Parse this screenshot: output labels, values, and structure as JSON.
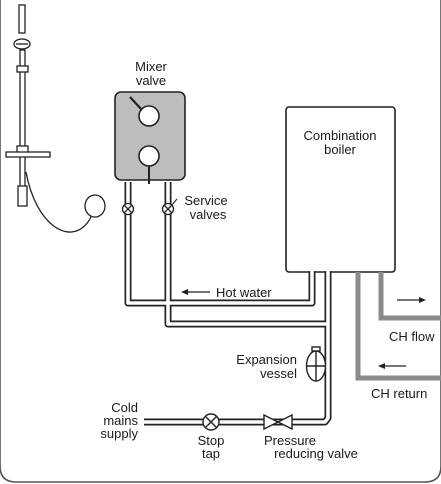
{
  "labels": {
    "mixer_line1": "Mixer",
    "mixer_line2": "valve",
    "boiler_line1": "Combination",
    "boiler_line2": "boiler",
    "service_line1": "Service",
    "service_line2": "valves",
    "hot_water": "Hot water",
    "ch_flow": "CH flow",
    "ch_return": "CH return",
    "expansion_line1": "Expansion",
    "expansion_line2": "vessel",
    "cold_line1": "Cold",
    "cold_line2": "mains",
    "cold_line3": "supply",
    "stop_line1": "Stop",
    "stop_line2": "tap",
    "pressure_line1": "Pressure",
    "pressure_line2": "reducing valve"
  }
}
